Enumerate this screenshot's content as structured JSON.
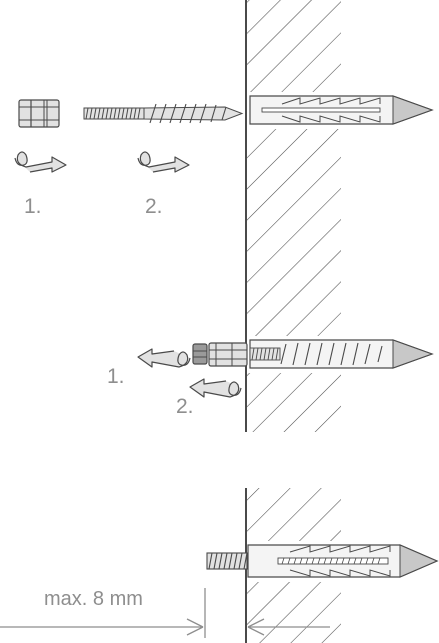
{
  "panel1": {
    "step1_label": "1.",
    "step2_label": "2."
  },
  "panel2": {
    "step1_label": "1.",
    "step2_label": "2."
  },
  "panel3": {
    "max_length_label": "max. 8 mm"
  },
  "colors": {
    "line": "#4a4a4a",
    "metal_fill": "#e2e2e2",
    "metal_dark": "#9a9a9a",
    "dowel_fill": "#f4f4f4",
    "dowel_tip": "#c8c8c8",
    "label_text": "#8e8e8e"
  },
  "icons": [
    "nut-icon",
    "screw-icon",
    "rotate-arrow-icon",
    "wall-icon",
    "dowel-icon",
    "dimension-arrow-icon"
  ]
}
